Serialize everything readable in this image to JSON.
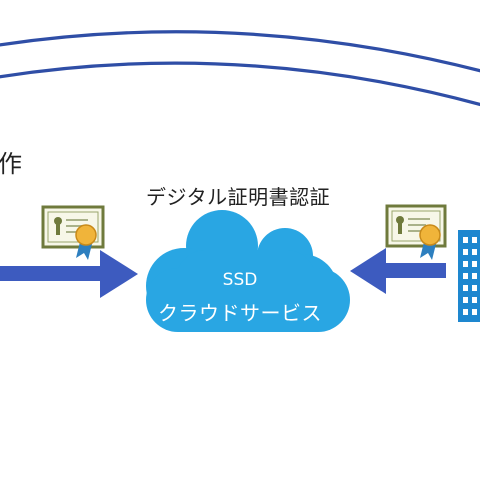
{
  "diagram": {
    "left_partial_text": "作",
    "cloud_caption": "デジタル証明書認証",
    "cloud_label_line1": "SSD",
    "cloud_label_line2": "クラウドサービス"
  },
  "colors": {
    "arc": "#2f4ea6",
    "cloud": "#29a6e3",
    "arrow": "#3d5bbf",
    "certificate_frame": "#6f7a3c",
    "medal": "#f0b43a",
    "building": "#1e87cf"
  },
  "icons": [
    "certificate-icon",
    "certificate-icon",
    "building-icon",
    "cloud-icon",
    "arrow-icon"
  ]
}
